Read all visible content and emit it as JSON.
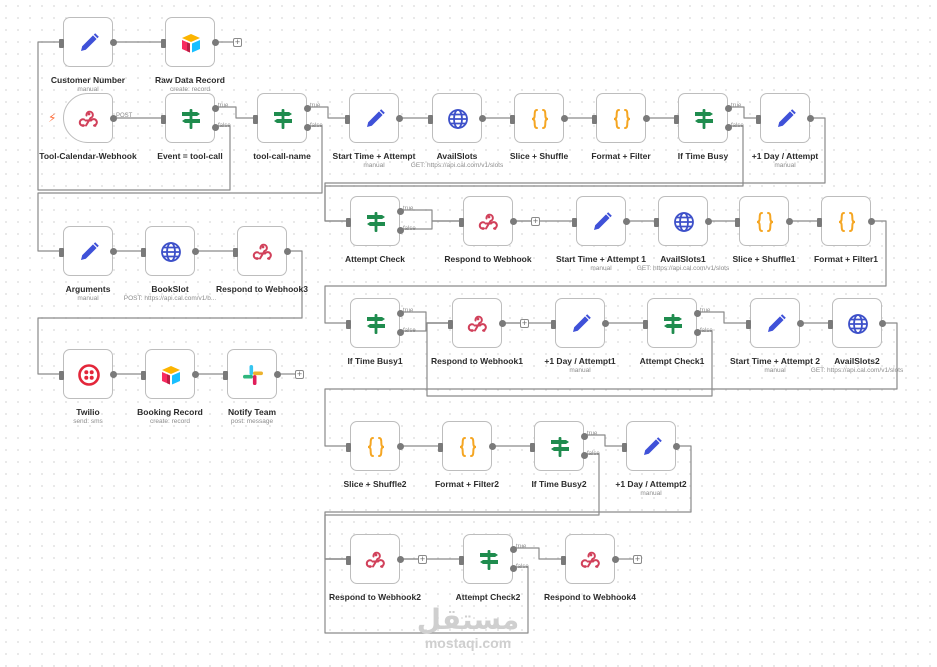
{
  "nodes": [
    {
      "id": "customer_number",
      "label": "Customer Number",
      "sub": "manual",
      "icon": "pencil-icon"
    },
    {
      "id": "raw_data_record",
      "label": "Raw Data Record",
      "sub": "create: record",
      "icon": "airtable-icon"
    },
    {
      "id": "tool_calendar_webhook",
      "label": "Tool-Calendar-Webhook",
      "sub": "",
      "icon": "webhook-icon",
      "trigger": true,
      "out_label": "POST"
    },
    {
      "id": "event_tool_call",
      "label": "Event = tool-call",
      "sub": "",
      "icon": "if-icon",
      "branch": true
    },
    {
      "id": "tool_call_name",
      "label": "tool-call-name",
      "sub": "",
      "icon": "if-icon",
      "branch": true
    },
    {
      "id": "start_time_attempt",
      "label": "Start Time + Attempt",
      "sub": "manual",
      "icon": "pencil-icon"
    },
    {
      "id": "availslots",
      "label": "AvailSlots",
      "sub": "GET: https://api.cal.com/v1/slots",
      "icon": "globe-icon"
    },
    {
      "id": "slice_shuffle",
      "label": "Slice + Shuffle",
      "sub": "",
      "icon": "braces-icon"
    },
    {
      "id": "format_filter",
      "label": "Format + Filter",
      "sub": "",
      "icon": "braces-icon"
    },
    {
      "id": "if_time_busy",
      "label": "If Time Busy",
      "sub": "",
      "icon": "if-icon",
      "branch": true
    },
    {
      "id": "plus1_day_attempt",
      "label": "+1 Day / Attempt",
      "sub": "manual",
      "icon": "pencil-icon"
    },
    {
      "id": "attempt_check",
      "label": "Attempt Check",
      "sub": "",
      "icon": "if-icon",
      "branch": true
    },
    {
      "id": "respond_to_webhook",
      "label": "Respond to Webhook",
      "sub": "",
      "icon": "webhook-icon"
    },
    {
      "id": "start_time_attempt1",
      "label": "Start Time + Attempt 1",
      "sub": "manual",
      "icon": "pencil-icon"
    },
    {
      "id": "availslots1",
      "label": "AvailSlots1",
      "sub": "GET: https://api.cal.com/v1/slots",
      "icon": "globe-icon"
    },
    {
      "id": "slice_shuffle1",
      "label": "Slice + Shuffle1",
      "sub": "",
      "icon": "braces-icon"
    },
    {
      "id": "format_filter1",
      "label": "Format + Filter1",
      "sub": "",
      "icon": "braces-icon"
    },
    {
      "id": "arguments",
      "label": "Arguments",
      "sub": "manual",
      "icon": "pencil-icon"
    },
    {
      "id": "bookslot",
      "label": "BookSlot",
      "sub": "POST: https://api.cal.com/v1/b...",
      "icon": "globe-icon"
    },
    {
      "id": "respond_to_webhook3",
      "label": "Respond to Webhook3",
      "sub": "",
      "icon": "webhook-icon"
    },
    {
      "id": "if_time_busy1",
      "label": "If Time Busy1",
      "sub": "",
      "icon": "if-icon",
      "branch": true
    },
    {
      "id": "respond_to_webhook1",
      "label": "Respond to Webhook1",
      "sub": "",
      "icon": "webhook-icon"
    },
    {
      "id": "plus1_day_attempt1",
      "label": "+1 Day / Attempt1",
      "sub": "manual",
      "icon": "pencil-icon"
    },
    {
      "id": "attempt_check1",
      "label": "Attempt Check1",
      "sub": "",
      "icon": "if-icon",
      "branch": true
    },
    {
      "id": "start_time_attempt2",
      "label": "Start Time + Attempt 2",
      "sub": "manual",
      "icon": "pencil-icon"
    },
    {
      "id": "availslots2",
      "label": "AvailSlots2",
      "sub": "GET: https://api.cal.com/v1/slots",
      "icon": "globe-icon"
    },
    {
      "id": "twilio",
      "label": "Twilio",
      "sub": "send: sms",
      "icon": "twilio-icon"
    },
    {
      "id": "booking_record",
      "label": "Booking Record",
      "sub": "create: record",
      "icon": "airtable-icon"
    },
    {
      "id": "notify_team",
      "label": "Notify Team",
      "sub": "post: message",
      "icon": "slack-icon"
    },
    {
      "id": "slice_shuffle2",
      "label": "Slice + Shuffle2",
      "sub": "",
      "icon": "braces-icon"
    },
    {
      "id": "format_filter2",
      "label": "Format + Filter2",
      "sub": "",
      "icon": "braces-icon"
    },
    {
      "id": "if_time_busy2",
      "label": "If Time Busy2",
      "sub": "",
      "icon": "if-icon",
      "branch": true
    },
    {
      "id": "plus1_day_attempt2",
      "label": "+1 Day / Attempt2",
      "sub": "manual",
      "icon": "pencil-icon"
    },
    {
      "id": "respond_to_webhook2",
      "label": "Respond to Webhook2",
      "sub": "",
      "icon": "webhook-icon"
    },
    {
      "id": "attempt_check2",
      "label": "Attempt Check2",
      "sub": "",
      "icon": "if-icon",
      "branch": true
    },
    {
      "id": "respond_to_webhook4",
      "label": "Respond to Webhook4",
      "sub": "",
      "icon": "webhook-icon"
    }
  ],
  "branch_labels": {
    "true": "true",
    "false": "false"
  },
  "colors": {
    "pencil": "#3f51d8",
    "globe": "#3d50c9",
    "braces": "#f5a623",
    "if": "#1f8c4e",
    "webhook": "#d1405a",
    "twilio": "#e3263a",
    "wire": "#8a8a8a",
    "trigger_bolt": "#ff6d3a"
  },
  "watermark": {
    "arabic": "مستقل",
    "latin": "mostaqi.com"
  }
}
